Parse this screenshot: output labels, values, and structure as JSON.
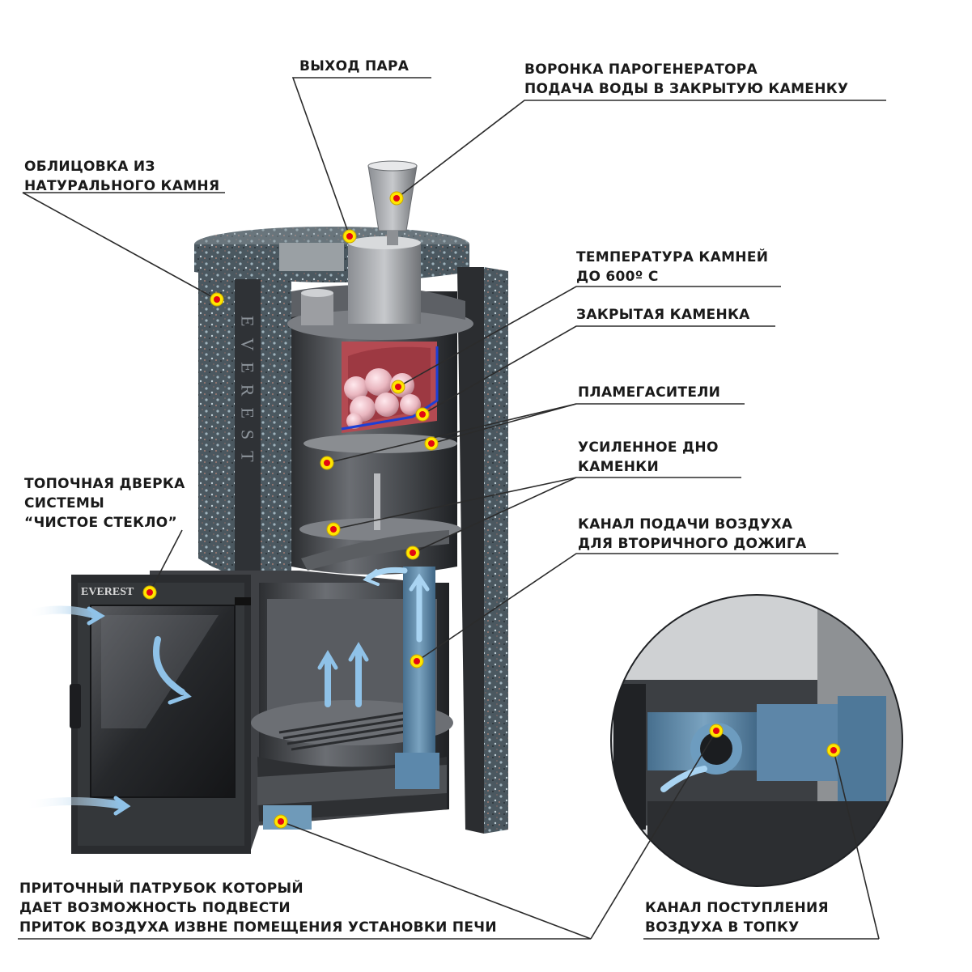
{
  "labels": {
    "steam_outlet": [
      "ВЫХОД ПАРА"
    ],
    "steam_generator_funnel": [
      "ВОРОНКА ПАРОГЕНЕРАТОРА",
      "ПОДАЧА ВОДЫ В ЗАКРЫТУЮ КАМЕНКУ"
    ],
    "stone_cladding": [
      "ОБЛИЦОВКА ИЗ",
      "НАТУРАЛЬНОГО КАМНЯ"
    ],
    "stone_temperature": [
      "ТЕМПЕРАТУРА КАМНЕЙ",
      "ДО 600º С"
    ],
    "closed_heater": [
      "ЗАКРЫТАЯ КАМЕНКА"
    ],
    "flame_arresters": [
      "ПЛАМЕГАСИТЕЛИ"
    ],
    "reinforced_bottom": [
      "УСИЛЕННОЕ ДНО",
      "КАМЕНКИ"
    ],
    "firebox_door": [
      "ТОПОЧНАЯ ДВЕРКА",
      "СИСТЕМЫ",
      "“ЧИСТОЕ СТЕКЛО”"
    ],
    "secondary_air_channel": [
      "КАНАЛ ПОДАЧИ ВОЗДУХА",
      "ДЛЯ ВТОРИЧНОГО ДОЖИГА"
    ],
    "inlet_pipe": [
      "ПРИТОЧНЫЙ ПАТРУБОК КОТОРЫЙ",
      "ДАЕТ ВОЗМОЖНОСТЬ ПОДВЕСТИ",
      "ПРИТОК ВОЗДУХА ИЗВНЕ ПОМЕЩЕНИЯ УСТАНОВКИ ПЕЧИ"
    ],
    "firebox_air_channel": [
      "КАНАЛ ПОСТУПЛЕНИЯ",
      "ВОЗДУХА В ТОПКУ"
    ]
  },
  "brand": {
    "door_logo": "EVEREST",
    "cladding_logo": "EVEREST"
  },
  "colors": {
    "marker_fill": "#ffe600",
    "marker_core": "#e30613",
    "leader_line": "#2b2b2b",
    "steel": "#4a4d52",
    "air_channel": "#5f88a8",
    "air_arrow": "#8fc2e8"
  }
}
